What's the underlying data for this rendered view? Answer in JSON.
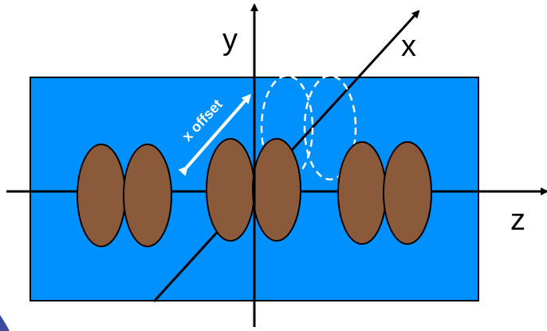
{
  "labels": {
    "y_axis": "y",
    "x_axis": "x",
    "z_axis": "z",
    "x_offset": "x offset"
  },
  "colors": {
    "background_box": "#0091FF",
    "ellipse_fill": "#8A5A3B",
    "outline": "#000000",
    "dashed_outline": "#FFFFFF",
    "offset_arrow": "#FFFFFF",
    "corner_shape": "#3C4A9E"
  },
  "groups": [
    {
      "name": "left-pair",
      "ellipse_count": 2
    },
    {
      "name": "center-pair",
      "ellipse_count": 2
    },
    {
      "name": "right-pair",
      "ellipse_count": 2
    },
    {
      "name": "dashed-pair",
      "ellipse_count": 2
    }
  ]
}
